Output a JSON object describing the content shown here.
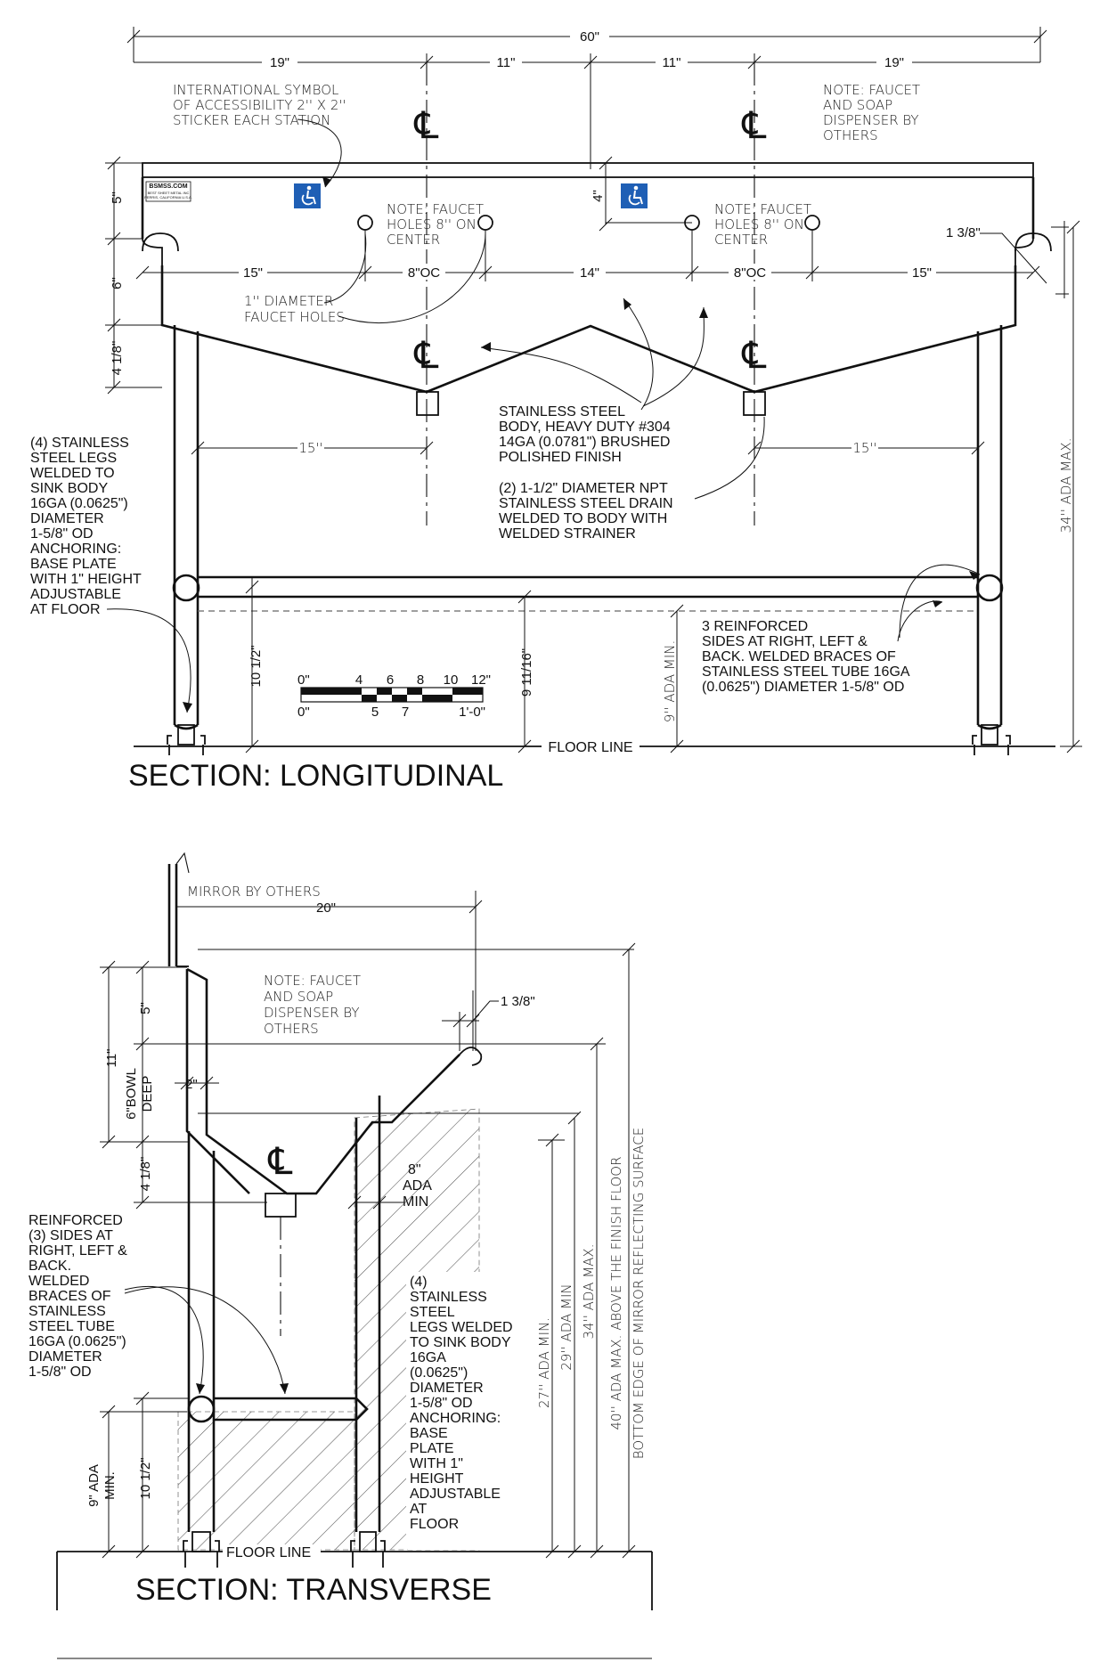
{
  "titles": {
    "longitudinal": "SECTION: LONGITUDINAL",
    "transverse": "SECTION: TRANSVERSE"
  },
  "centerline_symbol": "℄",
  "logo": {
    "name": "BSMSS.COM",
    "lines": [
      "BEST SHEET METAL INC",
      "PERRIS, CALIFORNIA U.S.A."
    ]
  },
  "icons": {
    "accessibility": "accessibility-icon"
  },
  "colors": {
    "accessibility_blue": "#1f5fb5",
    "line": "#111111",
    "hatch": "#555555"
  },
  "longitudinal": {
    "dims": {
      "overall": "60\"",
      "top_a": "19\"",
      "top_b": "11\"",
      "top_c": "11\"",
      "top_d": "19\"",
      "left_5": "5\"",
      "left_6": "6\"",
      "left_418": "4 1/8\"",
      "mid_4": "4\"",
      "right_138": "1 3/8\"",
      "faucet_15l": "15\"",
      "faucet_8oc_l": "8\"OC",
      "faucet_14": "14\"",
      "faucet_8oc_r": "8\"OC",
      "faucet_15r": "15\"",
      "drain_15l": "15''",
      "drain_15r": "15''",
      "brace_1012": "10 1/2\"",
      "brace_91116": "9 11/16\"",
      "ada_9": "9'' ADA MIN.",
      "ada_34": "34'' ADA MAX."
    },
    "notes": {
      "isa_sticker": [
        "INTERNATIONAL SYMBOL",
        "OF ACCESSIBILITY 2'' X 2''",
        "STICKER EACH STATION"
      ],
      "faucet_soap": [
        "NOTE: FAUCET",
        "AND SOAP",
        "DISPENSER BY",
        "OTHERS"
      ],
      "faucet_holes_l": [
        "NOTE: FAUCET",
        "HOLES 8'' ON",
        "CENTER"
      ],
      "faucet_holes_r": [
        "NOTE: FAUCET",
        "HOLES 8'' ON",
        "CENTER"
      ],
      "faucet_dia": [
        "1'' DIAMETER",
        "FAUCET HOLES"
      ],
      "body": [
        "STAINLESS STEEL",
        "BODY, HEAVY DUTY #304",
        "14GA (0.0781\") BRUSHED",
        "POLISHED FINISH"
      ],
      "drain": [
        "(2) 1-1/2\" DIAMETER NPT",
        "STAINLESS STEEL DRAIN",
        "WELDED TO BODY WITH",
        "WELDED STRAINER"
      ],
      "legs": [
        "(4) STAINLESS",
        "STEEL LEGS",
        "WELDED TO",
        "SINK BODY",
        "16GA (0.0625\")",
        "DIAMETER",
        "1-5/8\" OD",
        "ANCHORING:",
        "BASE PLATE",
        "WITH 1\" HEIGHT",
        "ADJUSTABLE",
        "AT FLOOR"
      ],
      "braces": [
        "3 REINFORCED",
        "SIDES AT RIGHT, LEFT &",
        "BACK. WELDED BRACES OF",
        "STAINLESS STEEL TUBE 16GA",
        "(0.0625\") DIAMETER 1-5/8\" OD"
      ],
      "floor_line": "FLOOR LINE"
    },
    "scale": {
      "top": [
        "0\"",
        "4",
        "6",
        "8",
        "10",
        "12\""
      ],
      "bottom": [
        "0\"",
        "5",
        "7",
        "1'-0\""
      ]
    }
  },
  "transverse": {
    "dims": {
      "d20": "20\"",
      "d138": "1 3/8\"",
      "d5": "5\"",
      "d11": "11\"",
      "bowl": [
        "6\"BOWL",
        "DEEP"
      ],
      "d2": "2\"",
      "d418": "4 1/8\"",
      "ada_8": [
        "8\"",
        "ADA",
        "MIN"
      ],
      "ada_9": [
        "9\" ADA",
        "MIN."
      ],
      "d1012": "10 1/2\"",
      "v27": "27'' ADA MIN.",
      "v29": "29'' ADA MIN",
      "v34": "34'' ADA MAX.",
      "v40": "40'' ADA MAX. ABOVE THE FINISH FLOOR",
      "v40b": "BOTTOM EDGE OF MIRROR REFLECTING SURFACE"
    },
    "notes": {
      "mirror": "MIRROR BY OTHERS",
      "faucet_soap": [
        "NOTE: FAUCET",
        "AND SOAP",
        "DISPENSER BY",
        "OTHERS"
      ],
      "reinforced": [
        "REINFORCED",
        "(3) SIDES AT",
        "RIGHT, LEFT &",
        "BACK.",
        "WELDED",
        "BRACES OF",
        "STAINLESS",
        "STEEL TUBE",
        "16GA (0.0625\")",
        "DIAMETER",
        "1-5/8\" OD"
      ],
      "legs": [
        "(4)",
        "STAINLESS",
        "STEEL",
        "LEGS WELDED",
        "TO SINK BODY",
        "16GA",
        "(0.0625\")",
        "DIAMETER",
        "1-5/8\" OD",
        "ANCHORING:",
        "BASE",
        "PLATE",
        "WITH 1\"",
        "HEIGHT",
        "ADJUSTABLE",
        "AT",
        "FLOOR"
      ],
      "floor_line": "FLOOR LINE"
    }
  }
}
